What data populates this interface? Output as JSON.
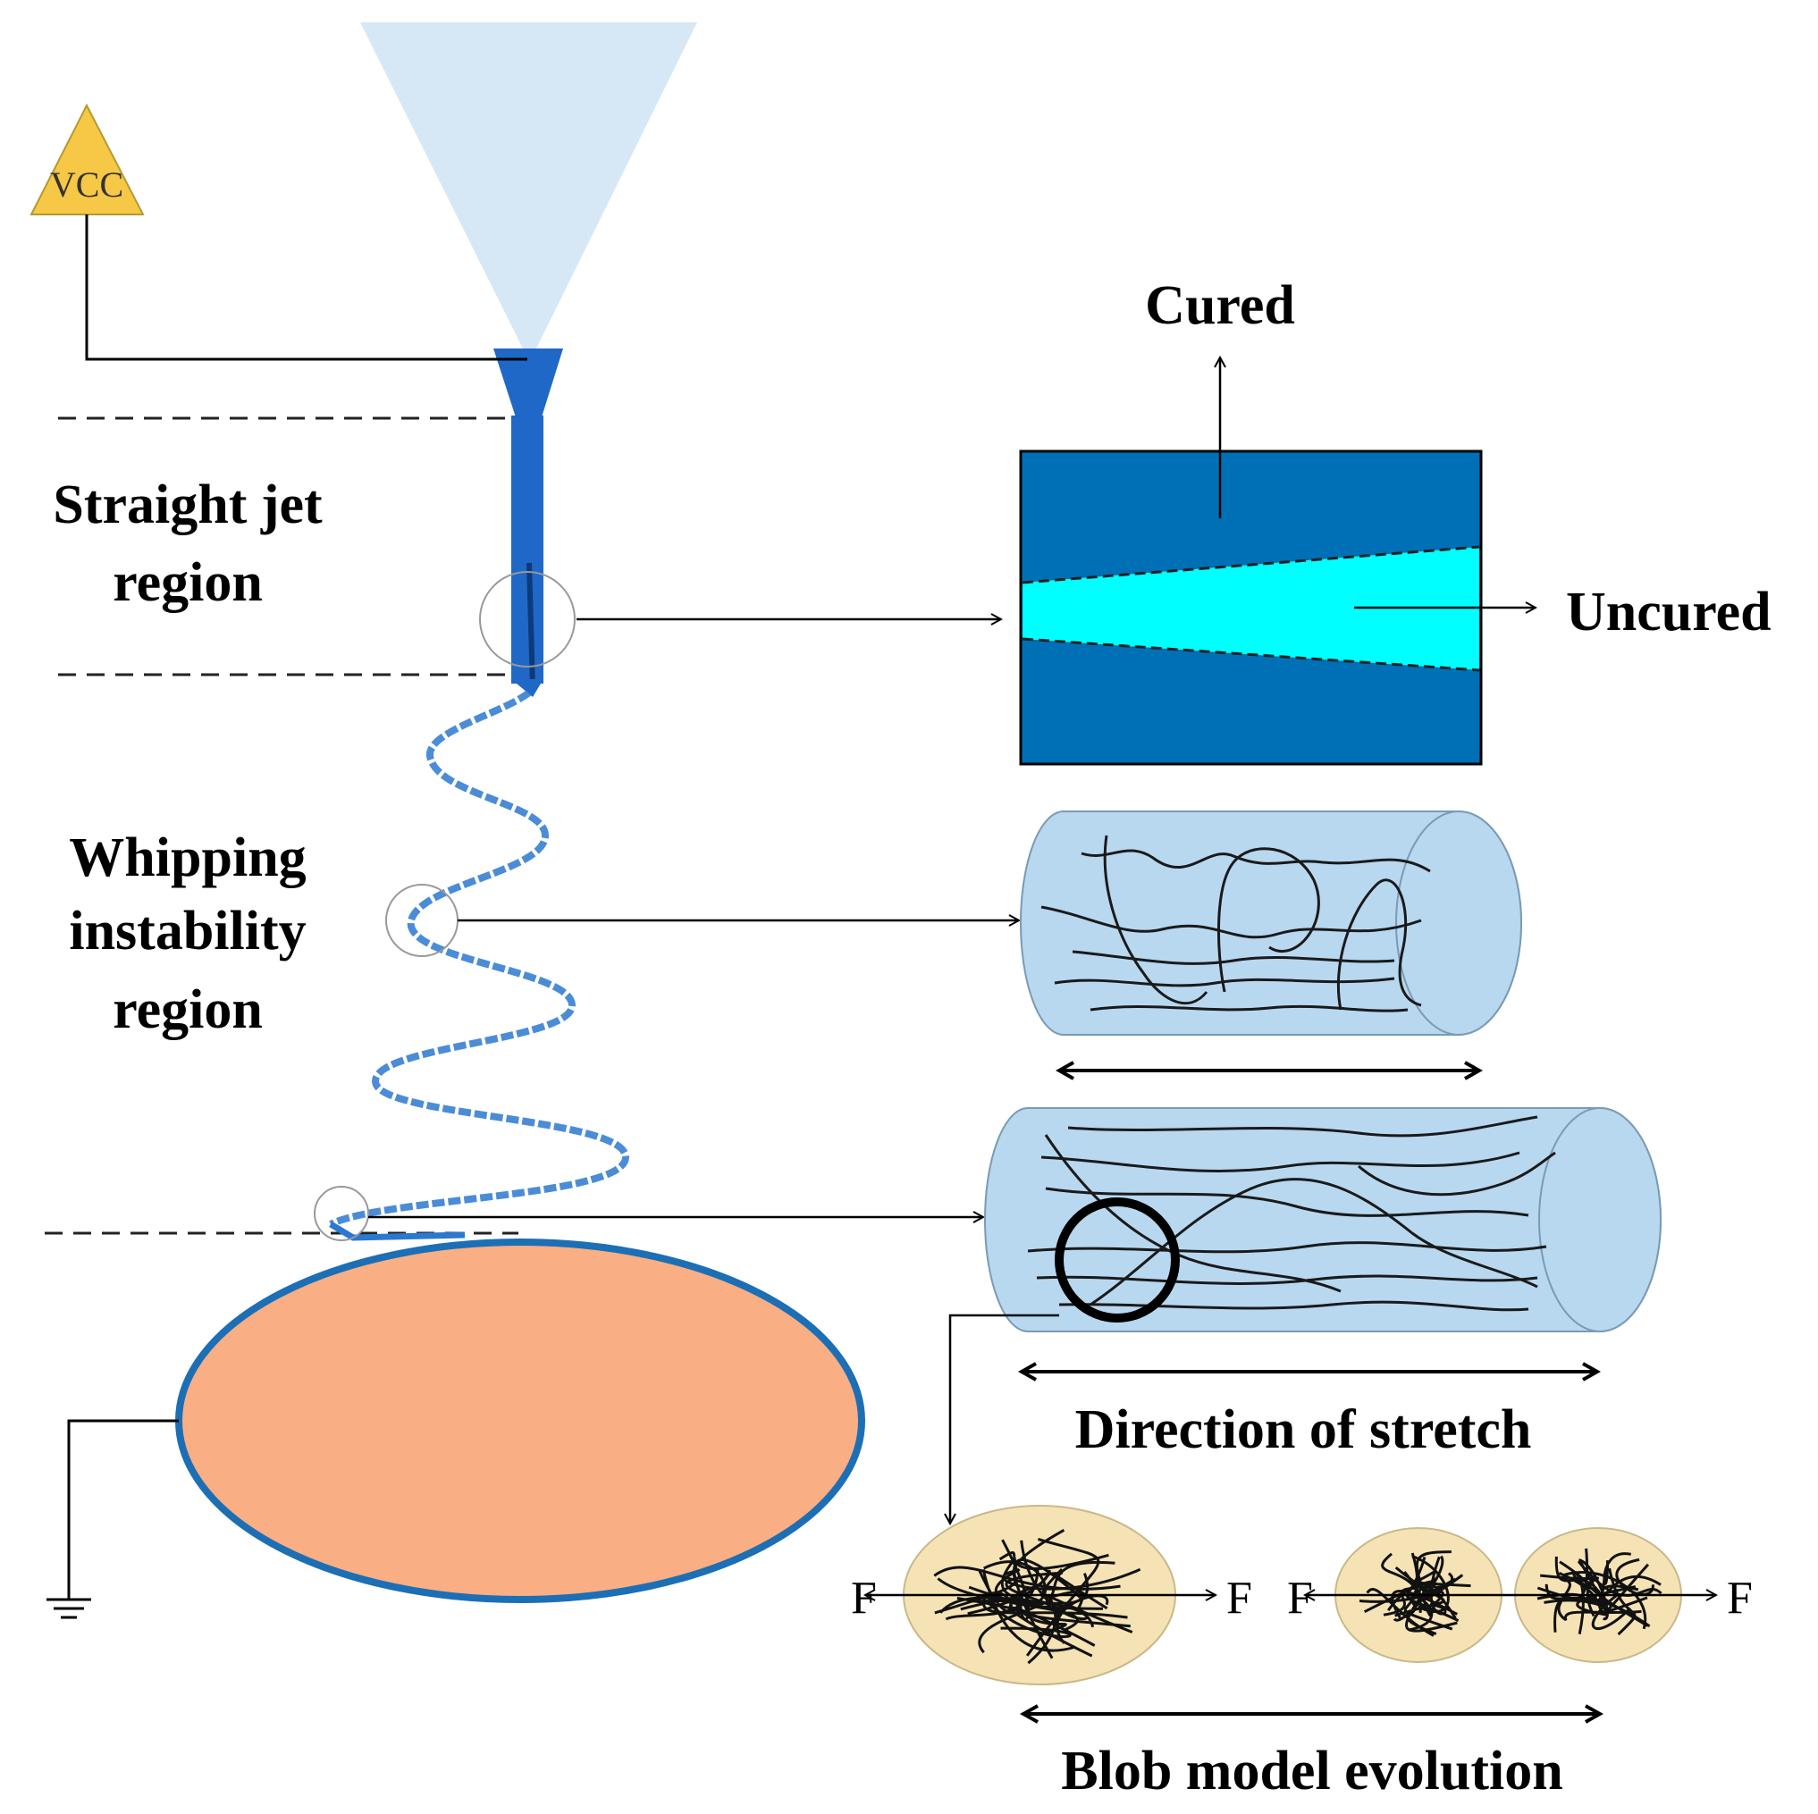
{
  "labels": {
    "vcc": "VCC",
    "straight_jet": [
      "Straight jet",
      "region"
    ],
    "whipping": [
      "Whipping",
      "instability",
      "region"
    ],
    "cured": "Cured",
    "uncured": "Uncured",
    "direction_of_stretch": "Direction of stretch",
    "blob_model_evolution": "Blob model evolution",
    "force": "F"
  },
  "colors": {
    "spinneret_cone": "#d6e8f5",
    "nozzle": "#1f68c8",
    "cured_fiber": "#0070b6",
    "uncured_core": "#00ffff",
    "cylinder_fill": "#b8d8f0",
    "collector_fill": "#f9ae84",
    "collector_outline": "#1c6fb5",
    "vcc_symbol": "#f7c846",
    "blob_fill": "#f5e3b5"
  }
}
